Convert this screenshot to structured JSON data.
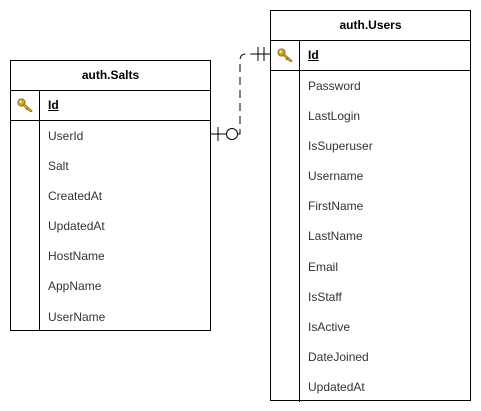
{
  "salts": {
    "title": "auth.Salts",
    "pk": "Id",
    "fields": [
      "UserId",
      "Salt",
      "CreatedAt",
      "UpdatedAt",
      "HostName",
      "AppName",
      "UserName"
    ]
  },
  "users": {
    "title": "auth.Users",
    "pk": "Id",
    "fields": [
      "Password",
      "LastLogin",
      "IsSuperuser",
      "Username",
      "FirstName",
      "LastName",
      "Email",
      "IsStaff",
      "IsActive",
      "DateJoined",
      "UpdatedAt"
    ]
  },
  "relationship": {
    "from": "auth.Salts.UserId",
    "to": "auth.Users.Id",
    "from_cardinality": "zero-or-one",
    "to_cardinality": "exactly-one",
    "line_style": "dashed"
  },
  "colors": {
    "key_icon": "#d9a520",
    "border": "#000000"
  }
}
